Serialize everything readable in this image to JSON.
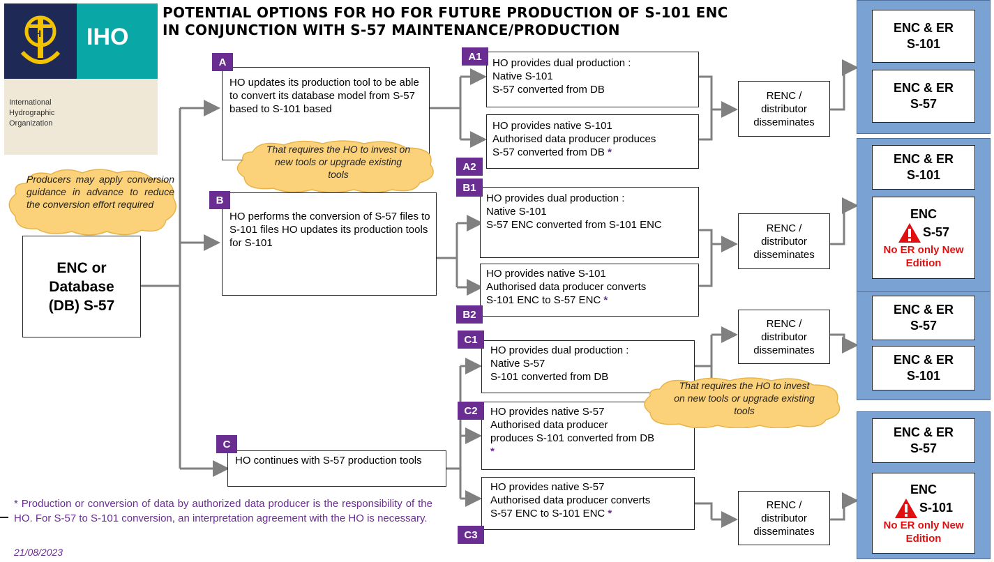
{
  "header": {
    "logo_text": "IHO",
    "org_line1": "International",
    "org_line2": "Hydrographic",
    "org_line3": "Organization",
    "title_line1": "POTENTIAL OPTIONS FOR HO FOR FUTURE PRODUCTION OF S-101 ENC",
    "title_line2": "IN CONJUNCTION WITH S-57 MAINTENANCE/PRODUCTION"
  },
  "source": {
    "label_line1": "ENC or",
    "label_line2": "Database",
    "label_line3": "(DB) S-57",
    "cloud": "Producers may apply conversion guidance in advance to reduce the conversion effort required"
  },
  "options": {
    "A": {
      "badge": "A",
      "text": "HO updates its production tool to be able to convert its database model from S-57 based to S-101 based"
    },
    "B": {
      "badge": "B",
      "text": "HO performs the conversion of S-57 files to S-101 files HO updates its production tools for S-101"
    },
    "C": {
      "badge": "C",
      "text": "HO continues with S-57 production tools"
    }
  },
  "clouds": {
    "a_cloud": "That requires the HO to invest on new tools or upgrade existing tools",
    "c_cloud": "That requires the HO to invest on new tools or upgrade existing tools"
  },
  "sub": {
    "A1": {
      "badge": "A1",
      "l1": "HO provides dual production :",
      "l2": "Native S-101",
      "l3": "S-57 converted from DB"
    },
    "A2": {
      "badge": "A2",
      "l1": "HO provides native S-101",
      "l2": "Authorised data producer produces",
      "l3": "S-57 converted from DB",
      "star": "*"
    },
    "B1": {
      "badge": "B1",
      "l1": "HO provides dual production :",
      "l2": "Native S-101",
      "l3": "S-57 ENC converted from S-101 ENC"
    },
    "B2": {
      "badge": "B2",
      "l1": "HO provides native S-101",
      "l2": "Authorised data producer converts",
      "l3": "S-101 ENC to S-57 ENC",
      "star": "*"
    },
    "C1": {
      "badge": "C1",
      "l1": "HO provides dual production :",
      "l2": "Native S-57",
      "l3": "S-101 converted from DB"
    },
    "C2": {
      "badge": "C2",
      "l1": "HO provides native S-57",
      "l2": "Authorised data producer",
      "l3": "produces S-101 converted from DB",
      "star": "*"
    },
    "C3": {
      "badge": "C3",
      "l1": "HO provides native S-57",
      "l2": "Authorised data producer converts",
      "l3": "S-57 ENC to S-101 ENC",
      "star": "*"
    }
  },
  "renc": {
    "line1": "RENC /",
    "line2": "distributor",
    "line3": "disseminates"
  },
  "outputs": {
    "group1": {
      "top_l1": "ENC & ER",
      "top_l2": "S-101",
      "bot_l1": "ENC & ER",
      "bot_l2": "S-57"
    },
    "group2": {
      "top_l1": "ENC & ER",
      "top_l2": "S-101",
      "bot_l1": "ENC",
      "bot_l2": "S-57",
      "bot_red1": "No ER only New",
      "bot_red2": "Edition"
    },
    "group3": {
      "top_l1": "ENC & ER",
      "top_l2": "S-57",
      "bot_l1": "ENC & ER",
      "bot_l2": "S-101"
    },
    "group4": {
      "top_l1": "ENC & ER",
      "top_l2": "S-57",
      "bot_l1": "ENC",
      "bot_l2": "S-101",
      "bot_red1": "No ER only New",
      "bot_red2": "Edition"
    }
  },
  "footer": {
    "footnote": "* Production or conversion of data by authorized data producer is the responsibility of the HO. For S-57 to S-101 conversion, an interpretation agreement with the HO is necessary.",
    "date": "21/08/2023"
  },
  "colors": {
    "badge": "#6a2d91",
    "cloud": "#fbd27a",
    "blue_panel": "#7aa3d4",
    "warning": "#e01010"
  }
}
